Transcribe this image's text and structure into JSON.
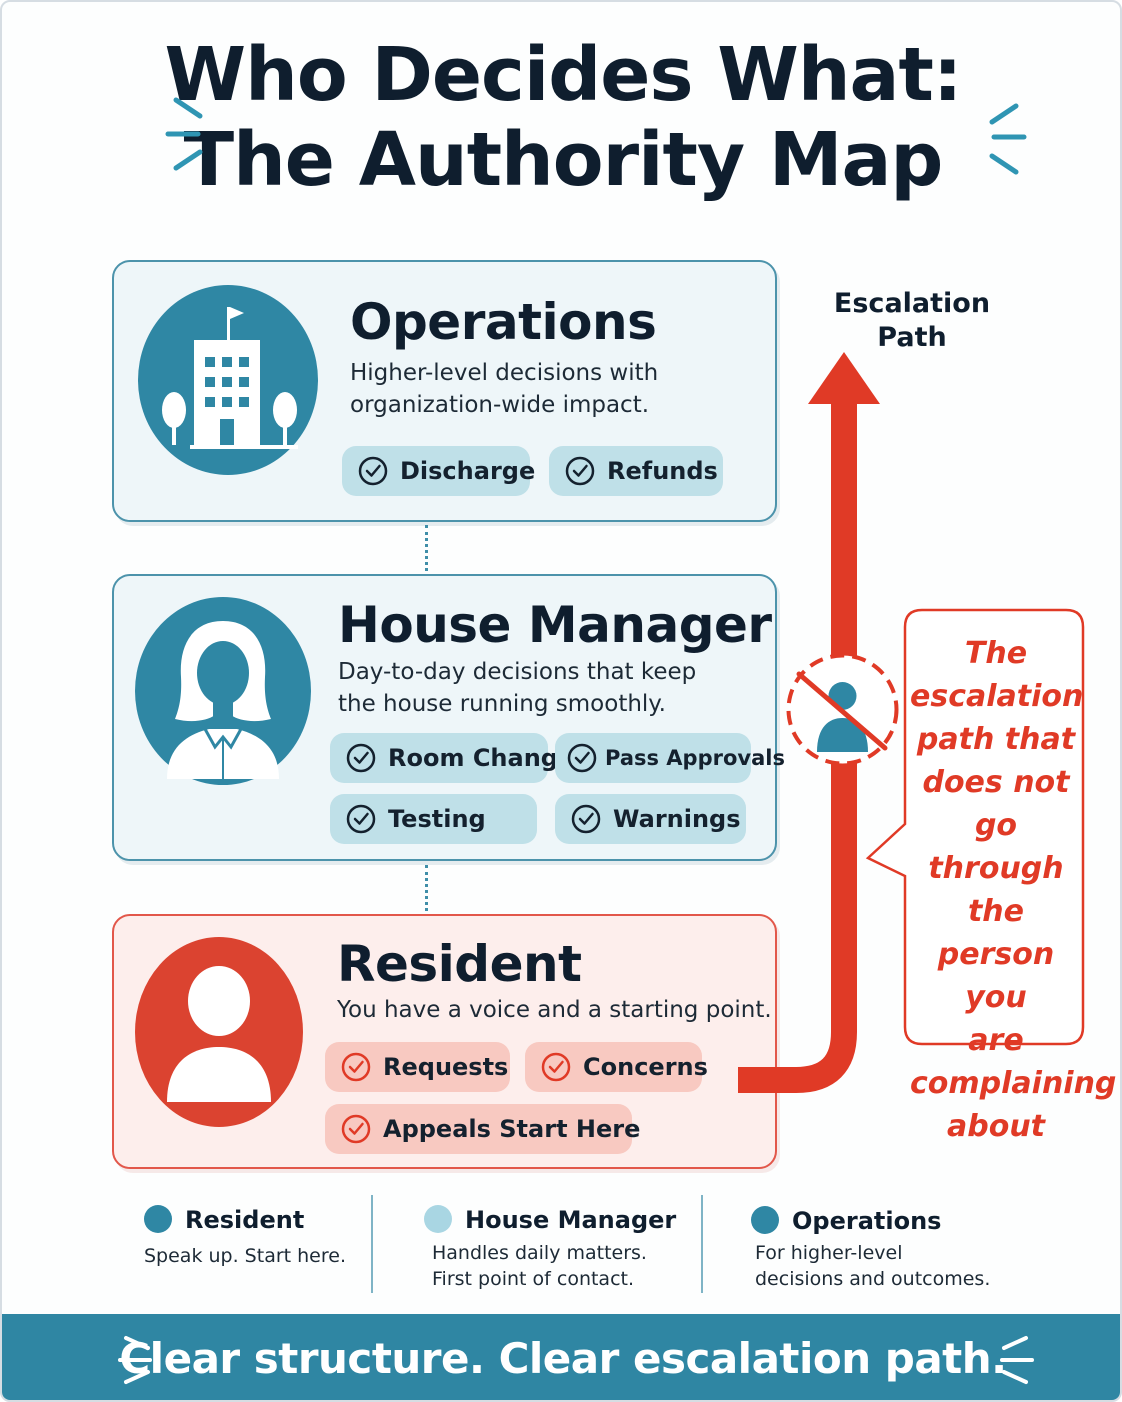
{
  "title": {
    "line1": "Who Decides What:",
    "line2": "The Authority Map"
  },
  "colors": {
    "navy": "#0f1e2e",
    "teal": "#2f87a4",
    "light_teal": "#bfe0e8",
    "red": "#e03a26",
    "light_red": "#f8c9c1"
  },
  "levels": [
    {
      "title": "Operations",
      "icon": "building-icon",
      "description": [
        "Higher-level decisions with",
        "organization-wide impact."
      ],
      "items": [
        "Discharge",
        "Refunds"
      ]
    },
    {
      "title": "House Manager",
      "icon": "house-manager-person-icon",
      "description": [
        "Day-to-day decisions that keep",
        "the house running smoothly."
      ],
      "items": [
        "Room Changes",
        "Pass Approvals",
        "Testing",
        "Warnings"
      ]
    },
    {
      "title": "Resident",
      "icon": "resident-person-icon",
      "description": [
        "You have a voice and a starting point."
      ],
      "items": [
        "Requests",
        "Concerns",
        "Appeals Start Here"
      ]
    }
  ],
  "escalation": {
    "label_line1": "Escalation",
    "label_line2": "Path",
    "blocked_icon": "no-person-icon",
    "callout": [
      "The",
      "escalation",
      "path that",
      "does not go",
      "through the",
      "person you",
      "are",
      "complaining",
      "about"
    ]
  },
  "legend": [
    {
      "title": "Resident",
      "desc": [
        "Speak up. Start here."
      ]
    },
    {
      "title": "House Manager",
      "desc": [
        "Handles daily matters.",
        "First point of contact."
      ]
    },
    {
      "title": "Operations",
      "desc": [
        "For higher-level",
        "decisions and outcomes."
      ]
    }
  ],
  "footer": "Clear structure. Clear escalation path."
}
